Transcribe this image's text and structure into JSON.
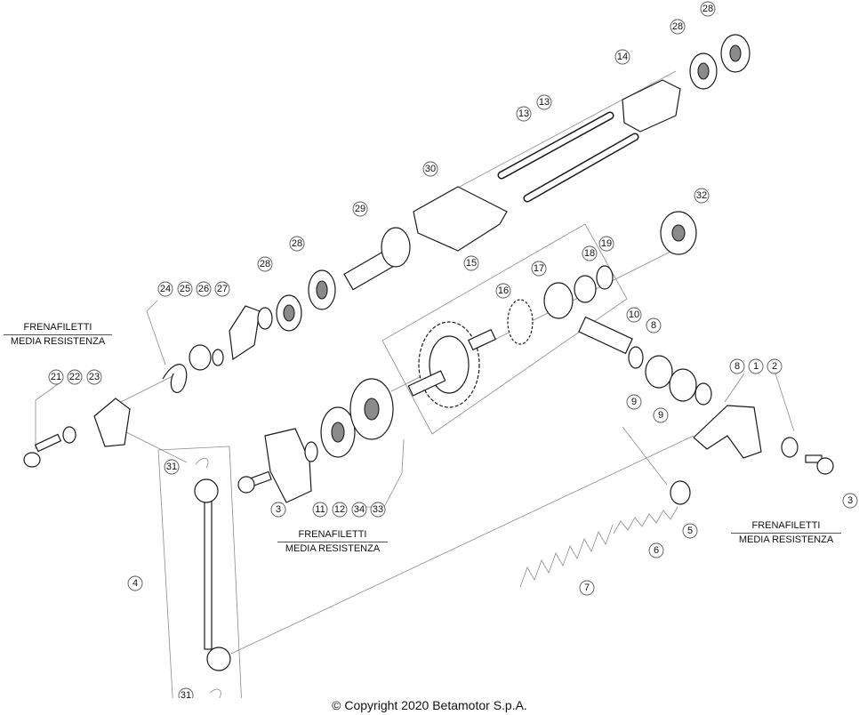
{
  "notes": [
    {
      "id": "note-left",
      "line1": "FRENAFILETTI",
      "line2": "MEDIA RESISTENZA"
    },
    {
      "id": "note-center",
      "line1": "FRENAFILETTI",
      "line2": "MEDIA RESISTENZA"
    },
    {
      "id": "note-right",
      "line1": "FRENAFILETTI",
      "line2": "MEDIA RESISTENZA"
    }
  ],
  "copyright": "© Copyright 2020 Betamotor S.p.A.",
  "callouts": [
    {
      "label": "28"
    },
    {
      "label": "28"
    },
    {
      "label": "14"
    },
    {
      "label": "13"
    },
    {
      "label": "13"
    },
    {
      "label": "30"
    },
    {
      "label": "32"
    },
    {
      "label": "29"
    },
    {
      "label": "28"
    },
    {
      "label": "28"
    },
    {
      "label": "15"
    },
    {
      "label": "19"
    },
    {
      "label": "18"
    },
    {
      "label": "17"
    },
    {
      "label": "16"
    },
    {
      "label": "10"
    },
    {
      "label": "8"
    },
    {
      "label": "24"
    },
    {
      "label": "25"
    },
    {
      "label": "26"
    },
    {
      "label": "27"
    },
    {
      "label": "21"
    },
    {
      "label": "22"
    },
    {
      "label": "23"
    },
    {
      "label": "8"
    },
    {
      "label": "1"
    },
    {
      "label": "2"
    },
    {
      "label": "9"
    },
    {
      "label": "9"
    },
    {
      "label": "31"
    },
    {
      "label": "3"
    },
    {
      "label": "11"
    },
    {
      "label": "12"
    },
    {
      "label": "34"
    },
    {
      "label": "33"
    },
    {
      "label": "3"
    },
    {
      "label": "5"
    },
    {
      "label": "6"
    },
    {
      "label": "7"
    },
    {
      "label": "4"
    },
    {
      "label": "31"
    }
  ]
}
